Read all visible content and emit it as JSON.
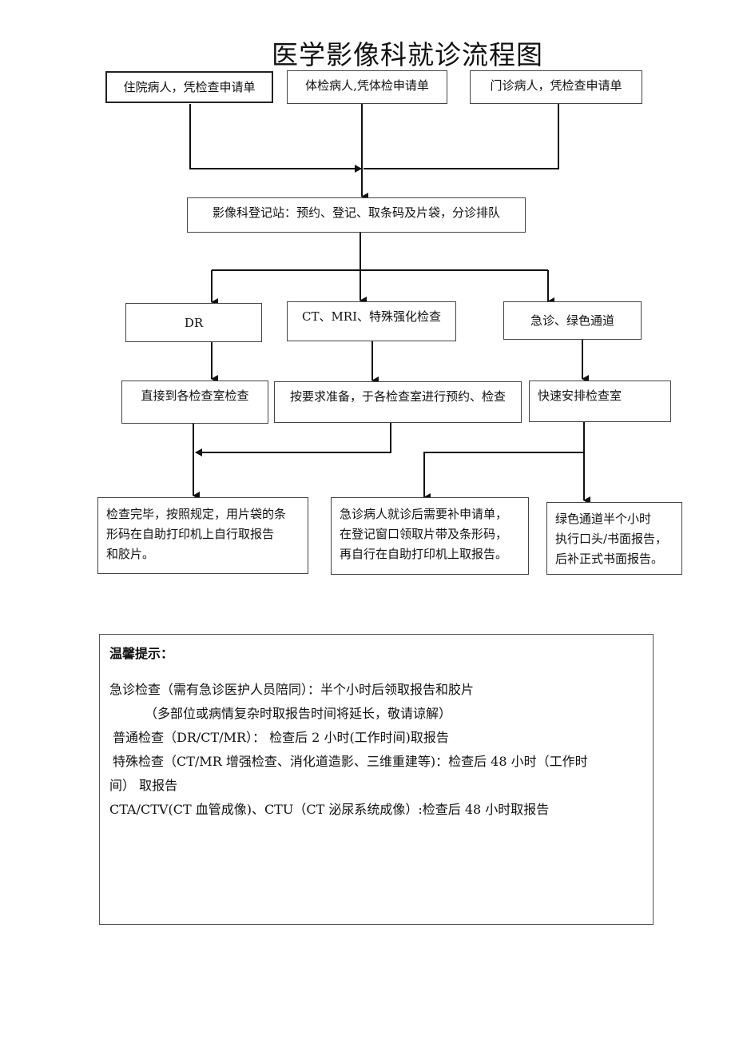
{
  "title": "医学影像科就诊流程图",
  "sources": {
    "inpatient": "住院病人，凭检查申请单",
    "physical_exam": "体检病人,凭体检申请单",
    "outpatient": "门诊病人，凭检查申请单"
  },
  "registration": "影像科登记站：预约、登记、取条码及片袋，分诊排队",
  "branches": {
    "dr": "DR",
    "ct_mri": "CT、MRI、特殊强化检查",
    "emergency": "急诊、绿色通道"
  },
  "steps": {
    "dr": "直接到各检查室检查",
    "ct_mri": "按要求准备，于各检查室进行预约、检查",
    "emergency": "快速安排检查室"
  },
  "outcomes": {
    "normal": [
      "检查完毕，按照规定，用片袋的条",
      "形码在自助打印机上自行取报告",
      "和胶片。"
    ],
    "emergency": [
      "急诊病人就诊后需要补申请单，",
      "在登记窗口领取片带及条形码，",
      "再自行在自助打印机上取报告。"
    ],
    "green": [
      "绿色通道半个小时",
      "执行口头/书面报告，",
      "后补正式书面报告。"
    ]
  },
  "tips": {
    "title": "温馨提示：",
    "lines": [
      "急诊检查（需有急诊医护人员陪同）：半个小时后领取报告和胶片",
      "（多部位或病情复杂时取报告时间将延长，敬请谅解）",
      "普通检查（DR/CT/MR）： 检查后 2 小时(工作时间)取报告",
      "特殊检查（CT/MR 增强检查、消化道造影、三维重建等)：检查后 48 小时（工作时",
      "间） 取报告",
      "CTA/CTV(CT 血管成像)、CTU（CT 泌尿系统成像）:检查后 48 小时取报告"
    ]
  }
}
